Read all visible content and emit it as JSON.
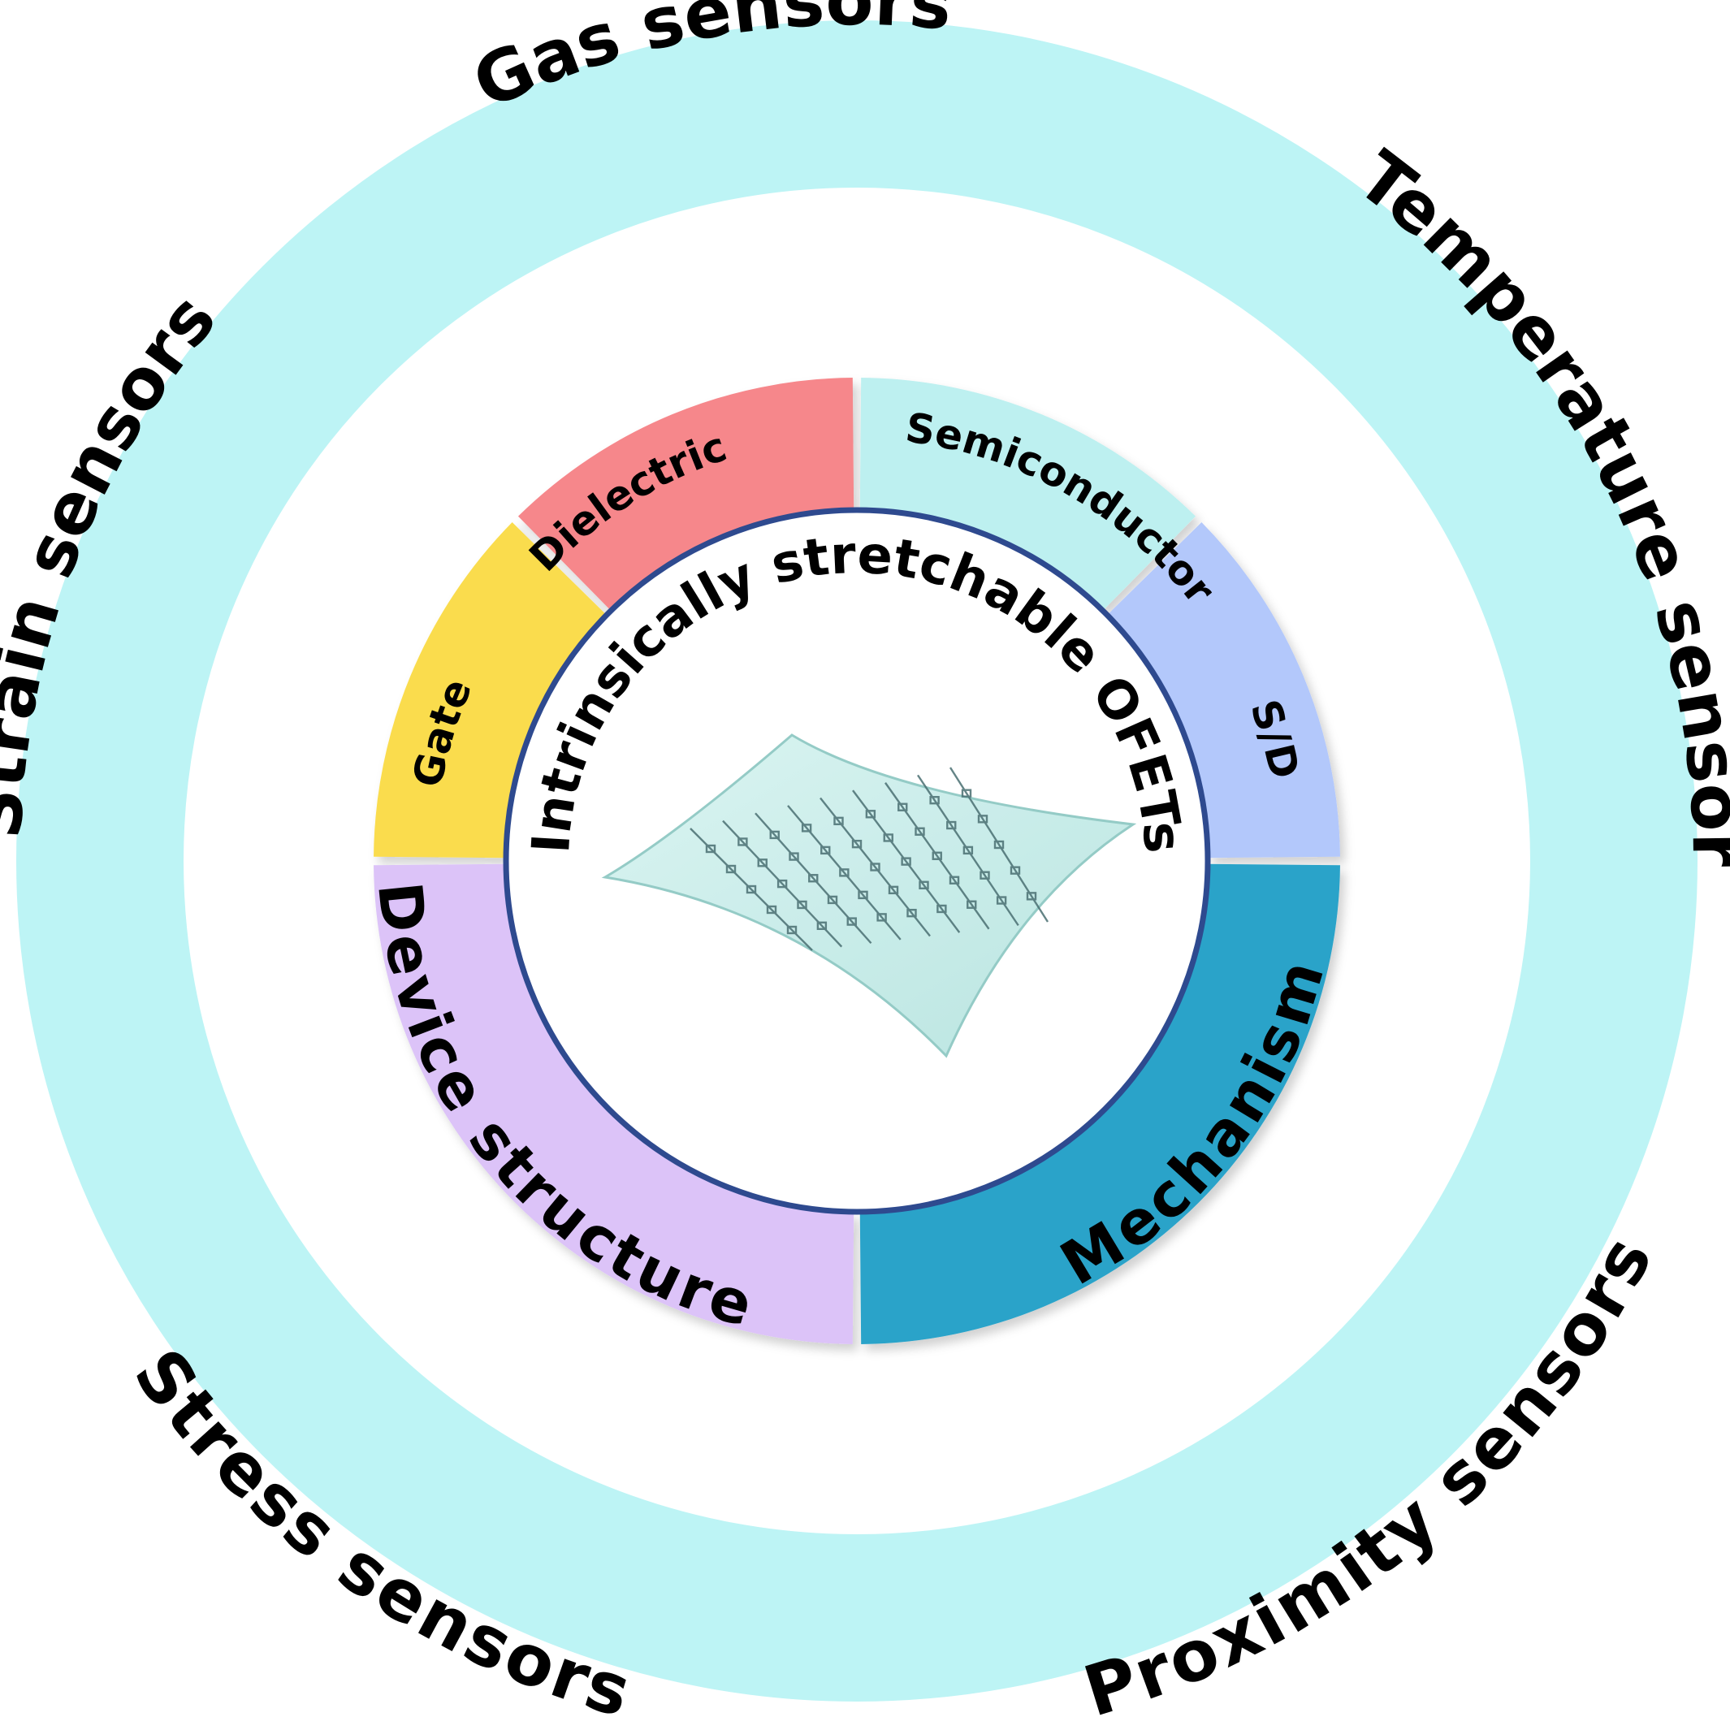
{
  "outer_ring": {
    "color": "#bdf4f5",
    "labels": {
      "gas": "Gas sensors",
      "temperature": "Temperature sensors",
      "proximity": "Proximity sensors",
      "stress": "Stress sensors",
      "strain": "Strain sensors"
    }
  },
  "inner_ring": {
    "segments": {
      "gate": {
        "label": "Gate",
        "color": "#fadc4e"
      },
      "dielectric": {
        "label": "Dielectric",
        "color": "#f6878b"
      },
      "semiconductor": {
        "label": "Semiconductor",
        "color": "#bdf0f0"
      },
      "sd": {
        "label": "S/D",
        "color": "#b3c8fb"
      },
      "mechanism": {
        "label": "Mechanism",
        "color": "#2aa3c9"
      },
      "device_structure": {
        "label": "Device structure",
        "color": "#dcc3f8"
      }
    }
  },
  "center": {
    "title": "Intrinsically stretchable OFETs",
    "ring_color": "#2e4a8f",
    "illustration": "stretchable-device-array-icon"
  }
}
